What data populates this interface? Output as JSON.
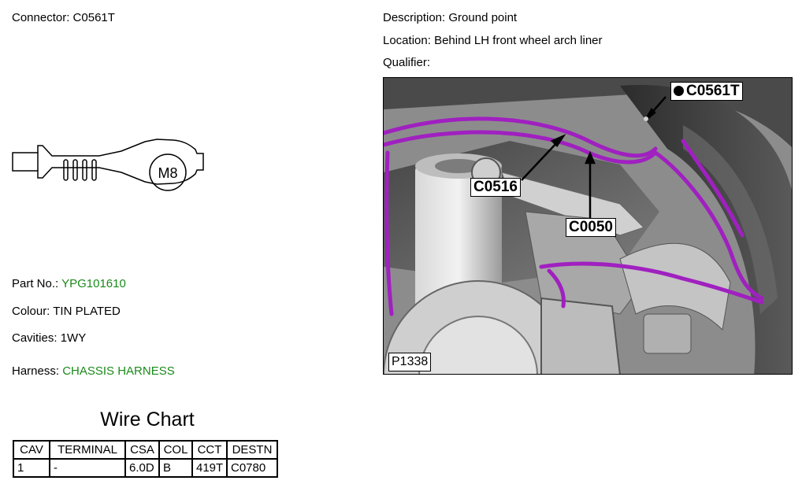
{
  "connector": {
    "label": "Connector:",
    "value": "C0561T"
  },
  "description": {
    "label": "Description:",
    "value": "Ground point"
  },
  "location": {
    "label": "Location:",
    "value": "Behind LH front wheel arch liner"
  },
  "qualifier": {
    "label": "Qualifier:",
    "value": ""
  },
  "terminal_drawing": {
    "stud_label": "M8"
  },
  "part_no": {
    "label": "Part No.:",
    "value": "YPG101610"
  },
  "colour": {
    "label": "Colour:",
    "value": "TIN PLATED"
  },
  "cavities": {
    "label": "Cavities:",
    "value": "1WY"
  },
  "harness": {
    "label": "Harness:",
    "value": "CHASSIS HARNESS"
  },
  "wire_chart": {
    "title": "Wire Chart",
    "headers": [
      "CAV",
      "TERMINAL",
      "CSA",
      "COL",
      "CCT",
      "DESTN"
    ],
    "rows": [
      [
        "1",
        "-",
        "6.0D",
        "B",
        "419T",
        "C0780"
      ]
    ]
  },
  "photo": {
    "reference": "P1338",
    "callouts": {
      "primary": "C0561T",
      "secondary_1": "C0516",
      "secondary_2": "C0050"
    },
    "harness_color": "#a020c0"
  },
  "colors": {
    "link_green": "#1a8a1a"
  }
}
